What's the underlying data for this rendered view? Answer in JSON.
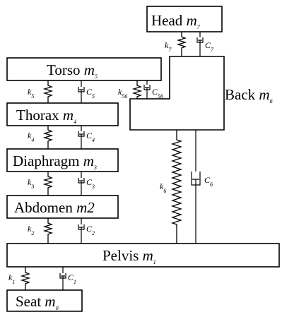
{
  "masses": {
    "head": {
      "name": "Head ",
      "sym": "m",
      "idx": "7"
    },
    "torso": {
      "name": "Torso ",
      "sym": "m",
      "idx": "5"
    },
    "back": {
      "name": "Back ",
      "sym": "m",
      "idx": "6"
    },
    "thorax": {
      "name": "Thorax ",
      "sym": "m",
      "idx": "4"
    },
    "diaphragm": {
      "name": "Diaphragm ",
      "sym": "m",
      "idx": "3"
    },
    "abdomen": {
      "name": "Abdomen ",
      "sym": "m2",
      "idx": ""
    },
    "pelvis": {
      "name": "Pelvis ",
      "sym": "m",
      "idx": "1"
    },
    "seat": {
      "name": "Seat  ",
      "sym": "m",
      "idx": "0"
    }
  },
  "springs": {
    "k1": {
      "sym": "k",
      "idx": "1"
    },
    "k2": {
      "sym": "k",
      "idx": "2"
    },
    "k3": {
      "sym": "k",
      "idx": "3"
    },
    "k4": {
      "sym": "k",
      "idx": "4"
    },
    "k5": {
      "sym": "k",
      "idx": "5"
    },
    "k56": {
      "sym": "k",
      "idx": "56"
    },
    "k6": {
      "sym": "k",
      "idx": "6"
    },
    "k7": {
      "sym": "k",
      "idx": "7"
    }
  },
  "dampers": {
    "c1": {
      "sym": "C",
      "idx": "1"
    },
    "c2": {
      "sym": "C",
      "idx": "2"
    },
    "c3": {
      "sym": "C",
      "idx": "3"
    },
    "c4": {
      "sym": "C",
      "idx": "4"
    },
    "c5": {
      "sym": "C",
      "idx": "5"
    },
    "c56": {
      "sym": "C",
      "idx": "56"
    },
    "c6": {
      "sym": "C",
      "idx": "6"
    },
    "c7": {
      "sym": "C",
      "idx": "7"
    }
  }
}
